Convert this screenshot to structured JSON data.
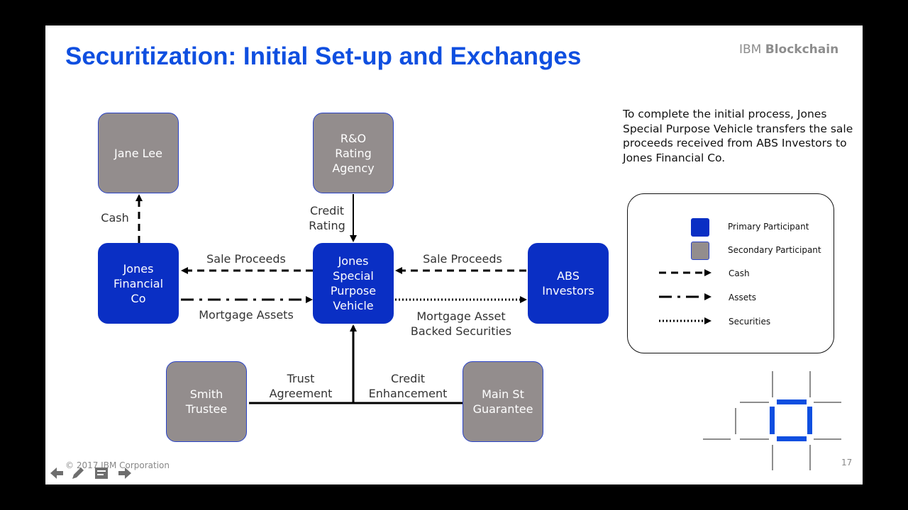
{
  "slide": {
    "title": "Securitization: Initial Set-up and Exchanges",
    "brand": {
      "prefix": "IBM",
      "name": "Blockchain"
    },
    "description": "To complete the initial process, Jones Special Purpose Vehicle transfers the sale proceeds received from ABS Investors to Jones Financial Co.",
    "copyright": "© 2017 IBM Corporation",
    "page_number": "17"
  },
  "participants": {
    "jane_lee": "Jane Lee",
    "ro_rating": "R&O\nRating\nAgency",
    "jones_financial": "Jones\nFinancial\nCo",
    "jones_spv": "Jones\nSpecial\nPurpose\nVehicle",
    "abs_investors": "ABS\nInvestors",
    "smith_trustee": "Smith\nTrustee",
    "main_st": "Main St\nGuarantee"
  },
  "flows": {
    "cash": "Cash",
    "credit_rating": "Credit\nRating",
    "sale_proceeds_left": "Sale Proceeds",
    "sale_proceeds_right": "Sale Proceeds",
    "mortgage_assets": "Mortgage Assets",
    "mbs": "Mortgage Asset\nBacked Securities",
    "trust_agreement": "Trust\nAgreement",
    "credit_enhancement": "Credit\nEnhancement"
  },
  "legend": {
    "primary": "Primary Participant",
    "secondary": "Secondary Participant",
    "cash": "Cash",
    "assets": "Assets",
    "securities": "Securities"
  },
  "colors": {
    "primary": "#0a2fc4",
    "secondary": "#938d8d",
    "title": "#0f4fe0"
  },
  "nav_icons": [
    "arrow-left-icon",
    "pencil-icon",
    "menu-icon",
    "arrow-right-icon"
  ]
}
